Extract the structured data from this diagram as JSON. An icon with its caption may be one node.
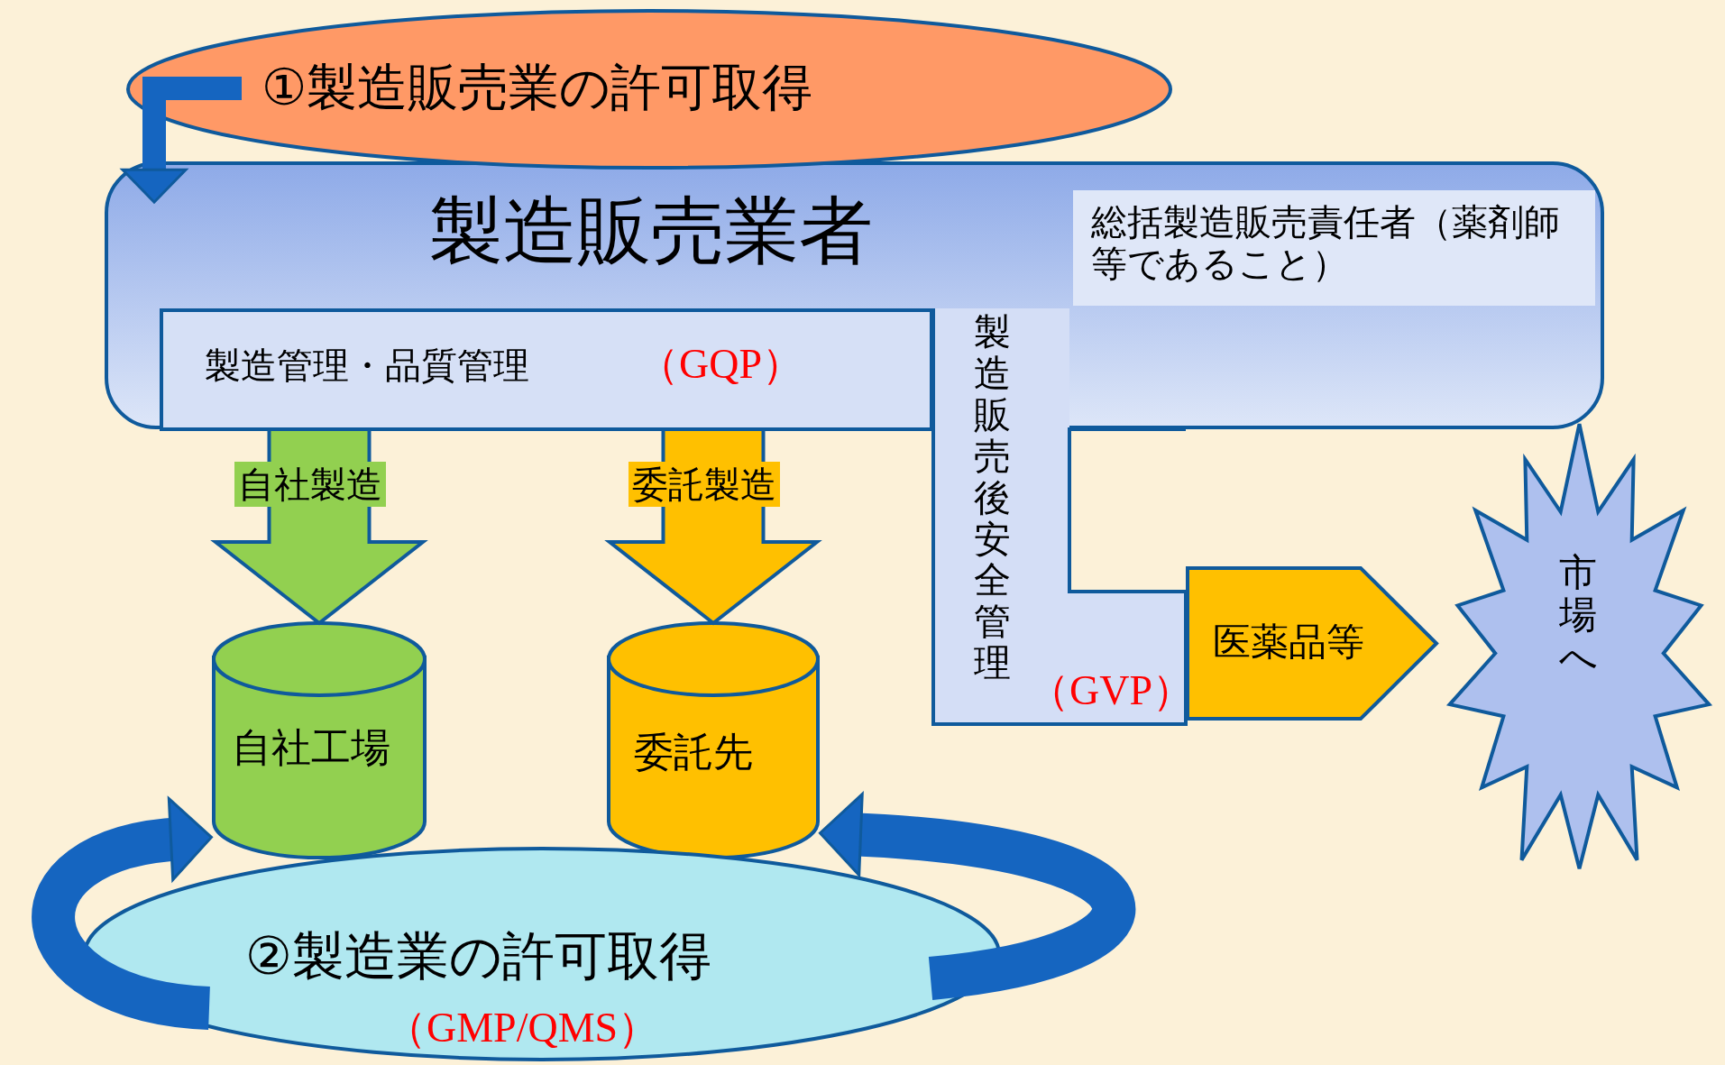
{
  "diagram": {
    "nodes": [
      {
        "text": [
          "①製造販売業の許可取得"
        ]
      },
      {
        "text": [
          "製造販売業者"
        ]
      },
      {
        "text": [
          "総括製造販売責任者（薬剤師等であること）"
        ],
        "in": 1
      },
      {
        "text": [
          "製造管理・品質管理",
          "（GQP）"
        ],
        "in": 1
      },
      {
        "text": [
          "製造販売後安全管理",
          "（GVP）"
        ]
      },
      {
        "text": [
          "自社工場"
        ]
      },
      {
        "text": [
          "委託先"
        ]
      },
      {
        "text": [
          "医薬品等"
        ]
      },
      {
        "text": [
          "市場へ"
        ]
      },
      {
        "text": [
          "②製造業の許可取得",
          "（GMP/QMS）"
        ]
      }
    ],
    "edges": [
      {
        "from": 0,
        "to": 1,
        "arrow": "to"
      },
      {
        "from": 3,
        "to": 5,
        "arrow": "to",
        "label": "自社製造",
        "color": "#92d050"
      },
      {
        "from": 3,
        "to": 6,
        "arrow": "to",
        "label": "委託製造",
        "color": "#ffc000"
      },
      {
        "from": 9,
        "to": 5,
        "arrow": "to"
      },
      {
        "from": 9,
        "to": 6,
        "arrow": "to"
      }
    ]
  }
}
